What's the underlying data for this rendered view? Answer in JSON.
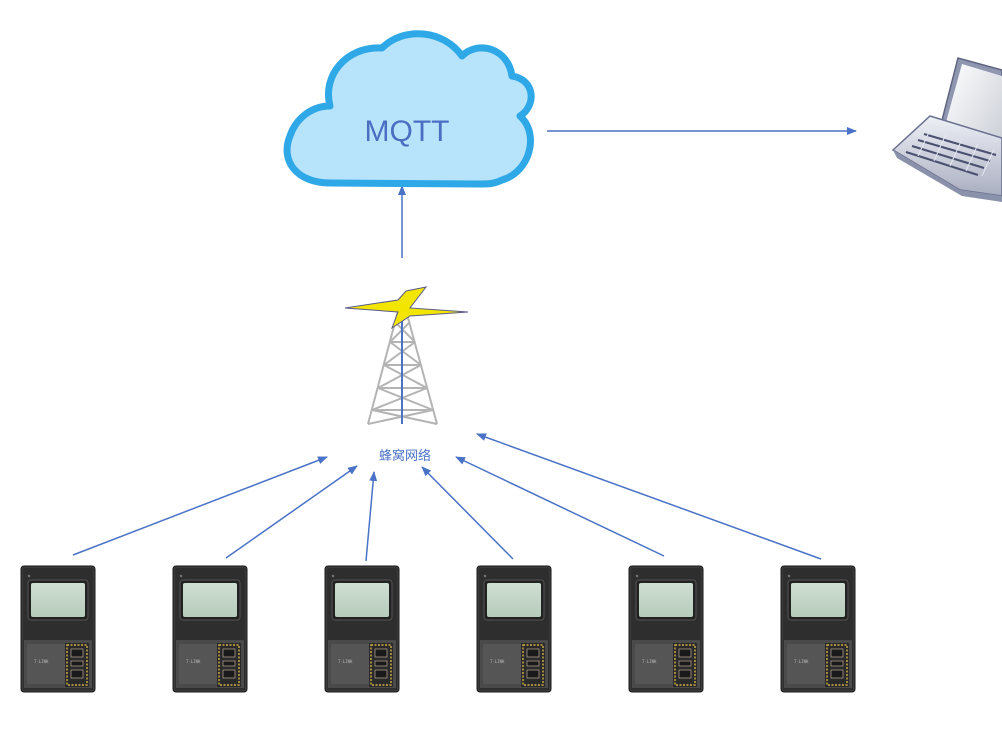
{
  "cloud": {
    "label": "MQTT",
    "icon": "cloud-icon",
    "fill": "#b8e4fb",
    "stroke": "#2fa8e8"
  },
  "tower": {
    "label": "蜂窝网络",
    "icon": "cell-tower-icon"
  },
  "laptop": {
    "icon": "laptop-icon"
  },
  "devices": [
    {
      "icon": "terminal-device-icon",
      "tag": "T-LINK"
    },
    {
      "icon": "terminal-device-icon",
      "tag": "T-LINK"
    },
    {
      "icon": "terminal-device-icon",
      "tag": "T-LINK"
    },
    {
      "icon": "terminal-device-icon",
      "tag": "T-LINK"
    },
    {
      "icon": "terminal-device-icon",
      "tag": "T-LINK"
    },
    {
      "icon": "terminal-device-icon",
      "tag": "T-LINK"
    }
  ],
  "connections": [
    {
      "from": "tower",
      "to": "cloud"
    },
    {
      "from": "cloud",
      "to": "laptop"
    },
    {
      "from": "device-1",
      "to": "tower"
    },
    {
      "from": "device-2",
      "to": "tower"
    },
    {
      "from": "device-3",
      "to": "tower"
    },
    {
      "from": "device-4",
      "to": "tower"
    },
    {
      "from": "device-5",
      "to": "tower"
    },
    {
      "from": "device-6",
      "to": "tower"
    }
  ],
  "colors": {
    "arrow": "#4a72c6",
    "tower": "#b4b4b4",
    "bolt": "#f2e600"
  }
}
